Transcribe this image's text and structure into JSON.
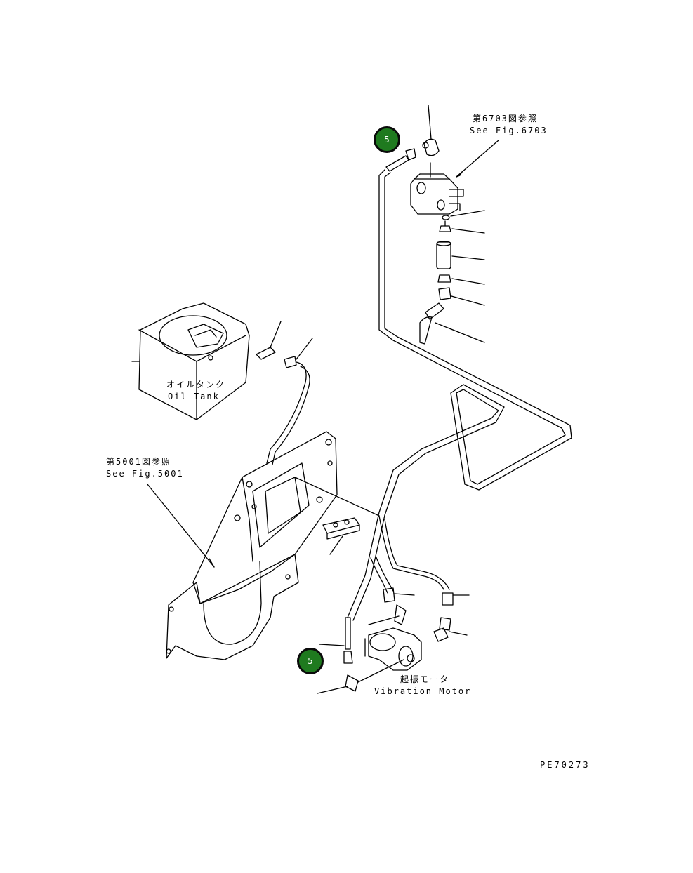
{
  "refs": {
    "fig6703_jp": "第6703図参照",
    "fig6703_en": "See Fig.6703",
    "fig5001_jp": "第5001図参照",
    "fig5001_en": "See Fig.5001"
  },
  "components": {
    "oil_tank_jp": "オイルタンク",
    "oil_tank_en": "Oil Tank",
    "vibration_motor_jp": "起振モータ",
    "vibration_motor_en": "Vibration Motor"
  },
  "callouts": [
    {
      "number": "5",
      "color": "#1f7a1f"
    },
    {
      "number": "5",
      "color": "#1f7a1f"
    }
  ],
  "drawing_code": "PE70273"
}
